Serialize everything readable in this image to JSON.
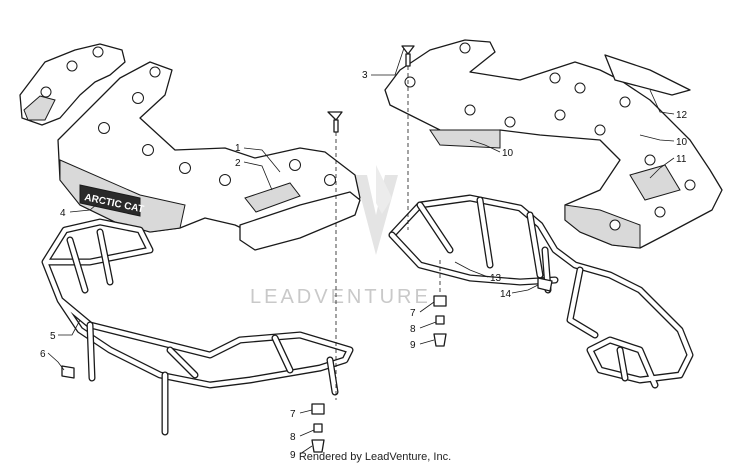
{
  "brand_decal": "ARCTIC CAT",
  "watermark": "LEADVENTURE",
  "footer": "Rendered by LeadVenture, Inc.",
  "callouts": [
    {
      "id": "c1",
      "text": "1"
    },
    {
      "id": "c2",
      "text": "2"
    },
    {
      "id": "c3",
      "text": "3"
    },
    {
      "id": "c4",
      "text": "4"
    },
    {
      "id": "c5",
      "text": "5"
    },
    {
      "id": "c6",
      "text": "6"
    },
    {
      "id": "c7a",
      "text": "7"
    },
    {
      "id": "c8a",
      "text": "8"
    },
    {
      "id": "c9a",
      "text": "9"
    },
    {
      "id": "c7b",
      "text": "7"
    },
    {
      "id": "c8b",
      "text": "8"
    },
    {
      "id": "c9b",
      "text": "9"
    },
    {
      "id": "c10a",
      "text": "10"
    },
    {
      "id": "c10b",
      "text": "10"
    },
    {
      "id": "c11",
      "text": "11"
    },
    {
      "id": "c12",
      "text": "12"
    },
    {
      "id": "c13",
      "text": "13"
    },
    {
      "id": "c14",
      "text": "14"
    }
  ]
}
